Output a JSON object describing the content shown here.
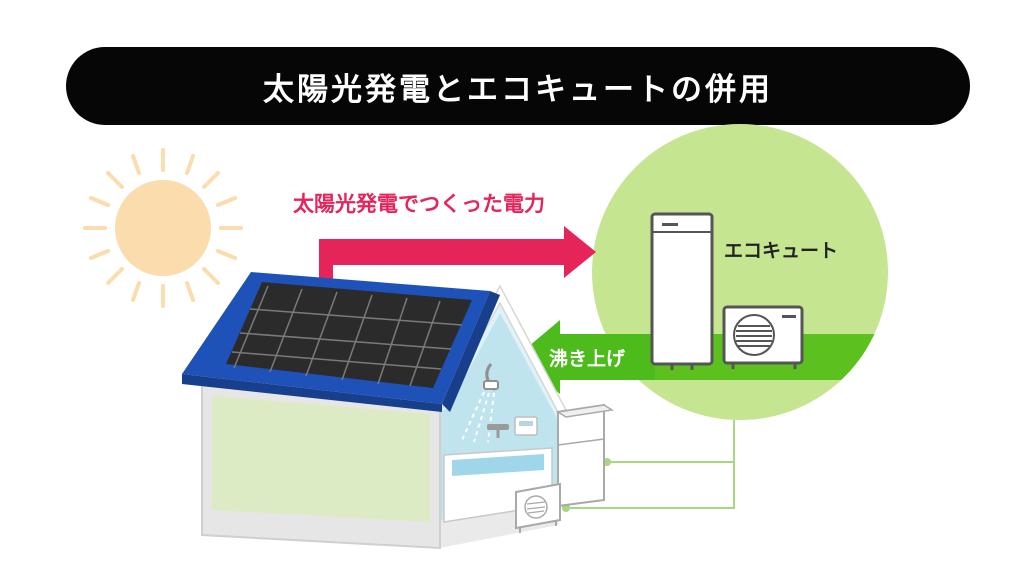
{
  "title": "太陽光発電とエコキュートの併用",
  "labels": {
    "solar_power": "太陽光発電でつくった電力",
    "ecocute": "エコキュート",
    "boil_up": "沸き上げ"
  },
  "colors": {
    "banner": "#060606",
    "arrow_red": "#e5245a",
    "circle_green": "#c6e591",
    "arrow_green": "#4dbb1c",
    "sun": "#fbdcac",
    "roof_blue": "#1f52b8",
    "panel": "#2e2e2e",
    "house_wall": "#ddebc4",
    "interior": "#bfe4ee",
    "cable": "#a7d684"
  }
}
